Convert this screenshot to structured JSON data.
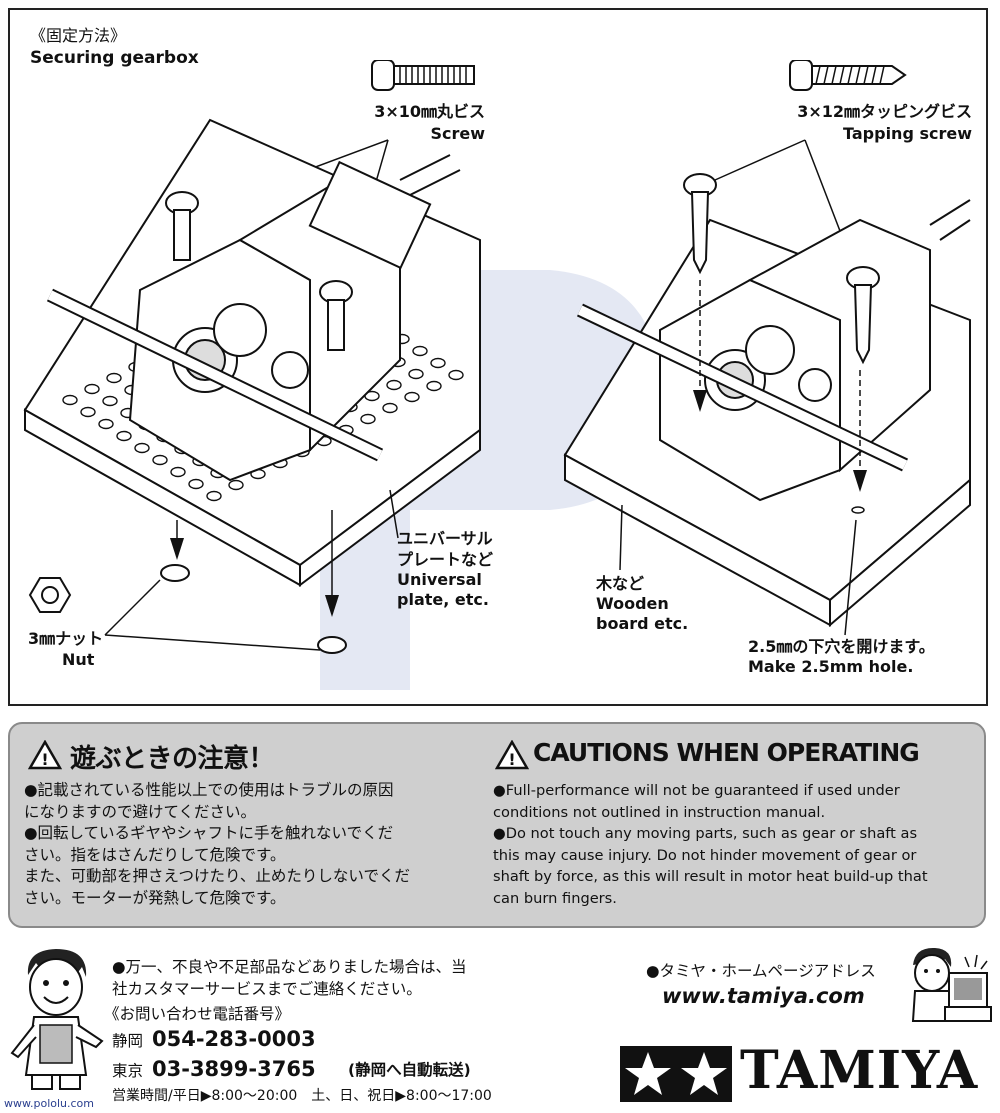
{
  "section": {
    "title_jp": "《固定方法》",
    "title_en": "Securing gearbox"
  },
  "left_diagram": {
    "screw_jp": "3×10㎜丸ビス",
    "screw_en": "Screw",
    "plate_jp_1": "ユニバーサル",
    "plate_jp_2": "プレートなど",
    "plate_en_1": "Universal",
    "plate_en_2": "plate, etc.",
    "nut_jp": "3㎜ナット",
    "nut_en": "Nut"
  },
  "right_diagram": {
    "screw_jp": "3×12㎜タッピングビス",
    "screw_en": "Tapping screw",
    "board_jp": "木など",
    "board_en_1": "Wooden",
    "board_en_2": "board etc.",
    "hole_jp": "2.5㎜の下穴を開けます。",
    "hole_en": "Make 2.5mm hole."
  },
  "cautions": {
    "jp_title": "遊ぶときの注意！",
    "jp_lines": [
      "●記載されている性能以上での使用はトラブルの原因",
      "になりますので避けてください。",
      "●回転しているギヤやシャフトに手を触れないでくだ",
      "さい。指をはさんだりして危険です。",
      "また、可動部を押さえつけたり、止めたりしないでくだ",
      "さい。モーターが発熱して危険です。"
    ],
    "en_title": "CAUTIONS WHEN OPERATING",
    "en_lines": [
      "●Full-performance will not be guaranteed if used under",
      "conditions not outlined in instruction manual.",
      "●Do not touch any moving parts, such as gear or shaft as",
      "this may cause injury. Do not hinder movement of gear or",
      "shaft by force, as this will result in motor heat build-up that",
      "can burn fingers."
    ],
    "warning_glyph": "!"
  },
  "footer": {
    "notice_1": "●万一、不良や不足部品などありました場合は、当",
    "notice_2": "社カスタマーサービスまでご連絡ください。",
    "contact_title": "《お問い合わせ電話番号》",
    "shizuoka_label": "静岡",
    "shizuoka_phone": "054-283-0003",
    "tokyo_label": "東京",
    "tokyo_phone": "03-3899-3765",
    "tokyo_note": "(静岡へ自動転送)",
    "hours": "営業時間/平日▶8:00〜20:00　土、日、祝日▶8:00〜17:00",
    "homepage_label": "●タミヤ・ホームページアドレス",
    "homepage_url": "www.tamiya.com",
    "brand": "TAMIYA",
    "watermark": "www.pololu.com"
  },
  "colors": {
    "ink": "#111111",
    "caution_bg": "#cfcfcf",
    "caution_border": "#8a8a8a",
    "watermark_blue": "#c9d1e6"
  }
}
